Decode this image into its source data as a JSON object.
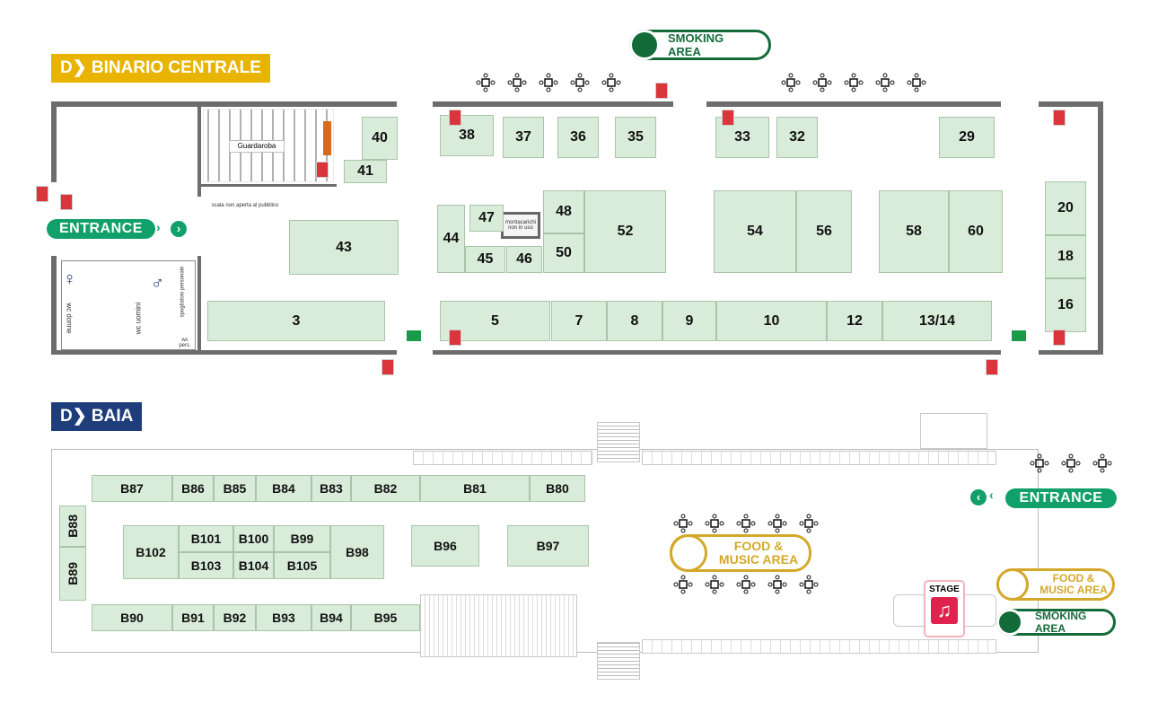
{
  "sections": {
    "binario": {
      "title": "D❯ BINARIO CENTRALE",
      "color": "#e9b400"
    },
    "baia": {
      "title": "D❯ BAIA",
      "color": "#1f3d7a"
    }
  },
  "signs": {
    "entrance": "ENTRANCE",
    "smoking_area": "SMOKING AREA",
    "food_music_area": "FOOD & MUSIC AREA",
    "stage": "STAGE"
  },
  "rooms": {
    "guardaroba": "Guardaroba",
    "stairs": "scala non aperta al pubblico",
    "lift": "montacarichi non in uso",
    "wc_women": "wc donne",
    "wc_men": "wc uomini",
    "staff_room": "spogliatoio personale",
    "wc_staff": "wc pers."
  },
  "binario_booths": [
    "40",
    "41",
    "38",
    "37",
    "36",
    "35",
    "33",
    "32",
    "29",
    "43",
    "44",
    "47",
    "45",
    "46",
    "48",
    "50",
    "52",
    "54",
    "56",
    "58",
    "60",
    "20",
    "18",
    "16",
    "3",
    "5",
    "7",
    "8",
    "9",
    "10",
    "12",
    "13/14"
  ],
  "baia_booths": [
    "B87",
    "B86",
    "B85",
    "B84",
    "B83",
    "B82",
    "B81",
    "B80",
    "B88",
    "B89",
    "B102",
    "B101",
    "B100",
    "B99",
    "B103",
    "B104",
    "B105",
    "B98",
    "B96",
    "B97",
    "B90",
    "B91",
    "B92",
    "B93",
    "B94",
    "B95"
  ],
  "colors": {
    "booth": "#d9ecd9",
    "entrance": "#12a06a",
    "smoking": "#146b3a",
    "food": "#d4a82a",
    "stage": "#e0234e"
  }
}
